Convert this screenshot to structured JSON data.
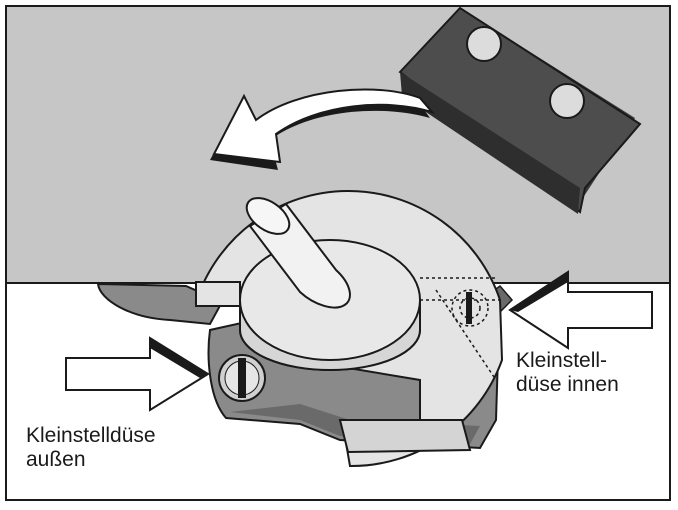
{
  "labels": {
    "outer_screw": [
      "Kleinstelldüse",
      "außen"
    ],
    "inner_screw": [
      "Kleinstell-",
      "düse innen"
    ]
  },
  "colors": {
    "background": "#ffffff",
    "upper_panel": "#c6c6c6",
    "dark_block": "#4d4d4d",
    "housing": "#8a8a8a",
    "housing_dark": "#6a6a6a",
    "disc_light": "#e4e4e4",
    "outline": "#1a1a1a"
  },
  "icons": [
    "rotation-arrow-icon",
    "pointer-arrow-icon",
    "slotted-screw-icon"
  ]
}
